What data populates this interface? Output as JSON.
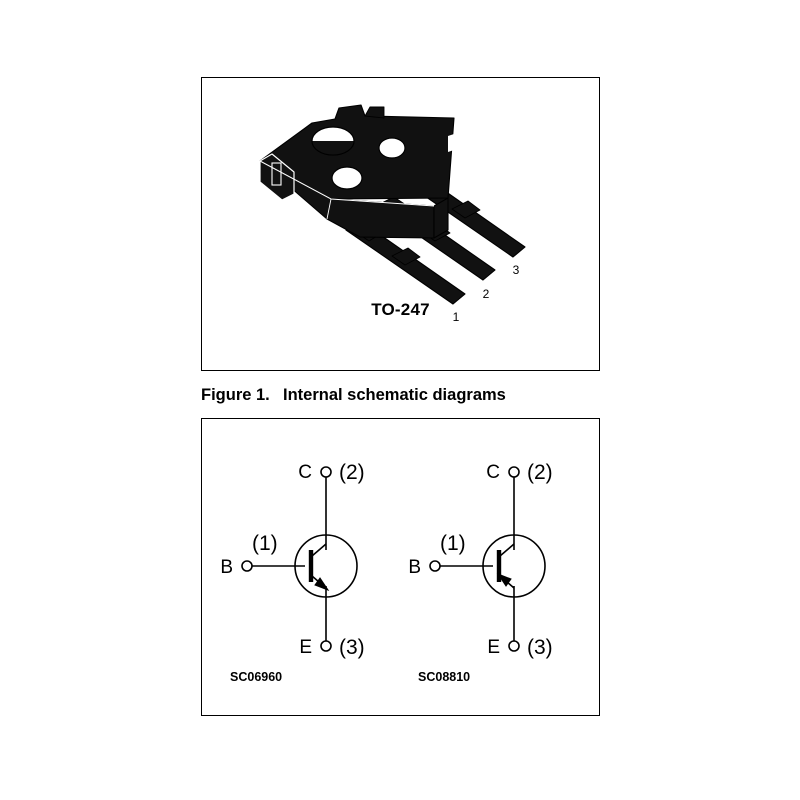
{
  "page": {
    "background_color": "#ffffff",
    "ink_color": "#000000"
  },
  "package_figure": {
    "name": "package-outline-figure",
    "package_label": "TO-247",
    "package_type": "TO-247",
    "body_color": "#111111",
    "outline_color": "#000000",
    "pin_numbers": [
      "1",
      "2",
      "3"
    ],
    "pin_count": 3,
    "mounting_holes": 3
  },
  "figure_caption": {
    "number": "Figure 1.",
    "title": "Internal schematic diagrams"
  },
  "schematic_figure": {
    "name": "internal-schematic-figure",
    "diagrams": [
      {
        "id": "SC06960",
        "label": "SC06960",
        "transistor_type": "NPN",
        "terminals": [
          {
            "name": "collector",
            "letter": "C",
            "pin": "(2)",
            "position": "top"
          },
          {
            "name": "base",
            "letter": "B",
            "pin": "(1)",
            "position": "left"
          },
          {
            "name": "emitter",
            "letter": "E",
            "pin": "(3)",
            "position": "bottom"
          }
        ]
      },
      {
        "id": "SC08810",
        "label": "SC08810",
        "transistor_type": "PNP",
        "terminals": [
          {
            "name": "collector",
            "letter": "C",
            "pin": "(2)",
            "position": "top"
          },
          {
            "name": "base",
            "letter": "B",
            "pin": "(1)",
            "position": "left"
          },
          {
            "name": "emitter",
            "letter": "E",
            "pin": "(3)",
            "position": "bottom"
          }
        ]
      }
    ]
  }
}
